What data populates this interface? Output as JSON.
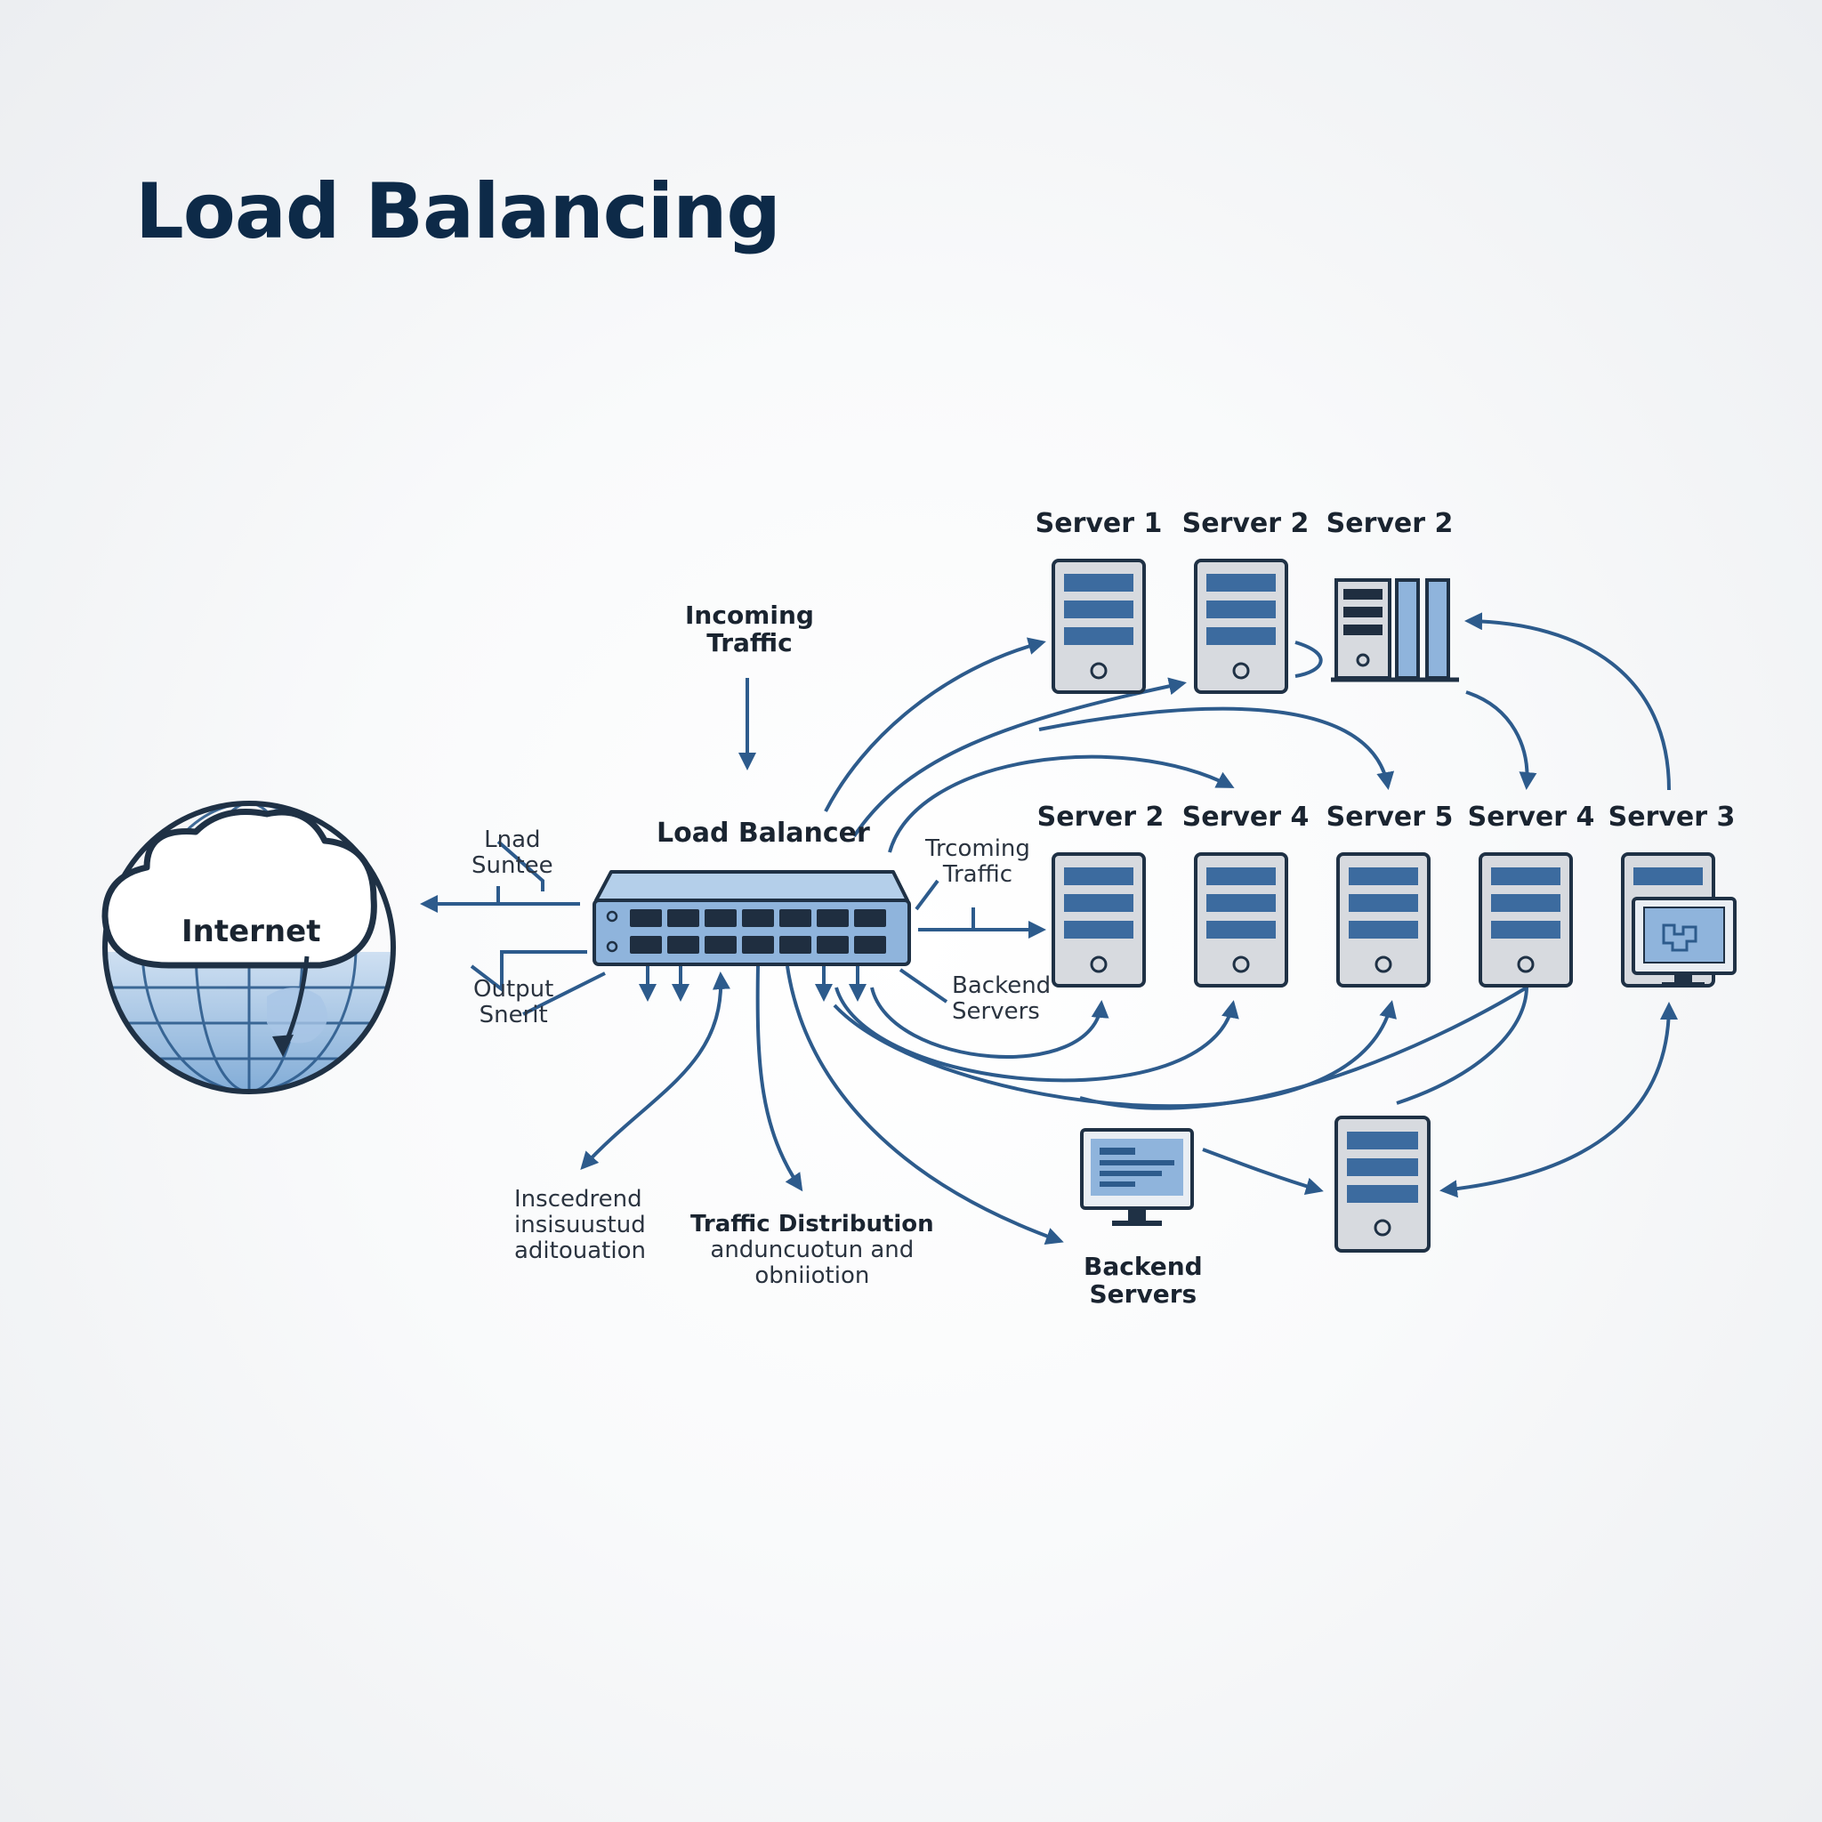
{
  "title": "Load Balancing",
  "internet_label": "Internet",
  "load_balancer_label": "Load Balancer",
  "incoming_traffic_top": [
    "Incoming",
    "Traffic"
  ],
  "left_label_top": [
    "Lnad",
    "Suntee"
  ],
  "left_label_bottom": [
    "Output",
    "Snerit"
  ],
  "right_label_top": [
    "Trcoming",
    "Traffic"
  ],
  "right_label_backend": [
    "Backend",
    "Servers"
  ],
  "bottom_label_left": [
    "Inscedrend",
    "insisuustud",
    "aditouation"
  ],
  "bottom_label_center": [
    "Traffic Distribution",
    "anduncuotun and",
    "obniiotion"
  ],
  "bottom_label_backend": [
    "Backend",
    "Servers"
  ],
  "top_servers": [
    "Server 1",
    "Server 2",
    "Server 2"
  ],
  "mid_servers": [
    "Server 2",
    "Server 4",
    "Server 5",
    "Server 4",
    "Server 3"
  ],
  "colors": {
    "arrow": "#2d5b8c",
    "outline": "#1f3145",
    "server_body": "#d7dadf",
    "slot": "#3c6b9f",
    "device_body": "#8fb4dc",
    "title": "#0d2a48"
  }
}
